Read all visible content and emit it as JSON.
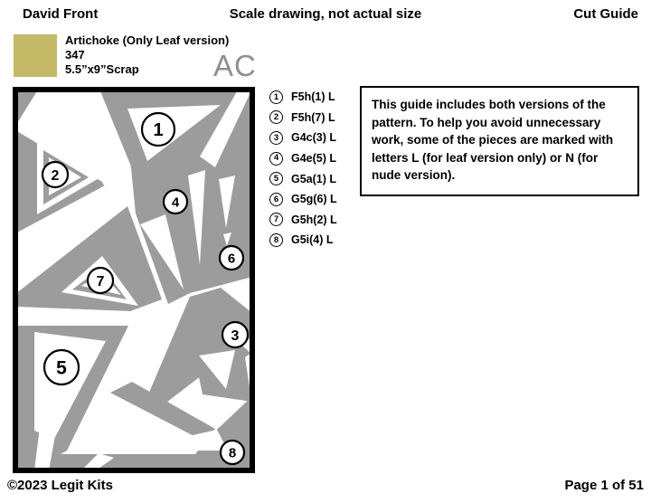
{
  "header": {
    "left": "David Front",
    "center": "Scale drawing, not actual size",
    "right": "Cut Guide"
  },
  "fabric": {
    "name": "Artichoke  (Only Leaf version)",
    "number": "347",
    "size": "5.5”x9”Scrap",
    "code": "AC",
    "swatch_color": "#c4b966"
  },
  "legend": {
    "items": [
      {
        "num": "1",
        "label": "F5h(1) L"
      },
      {
        "num": "2",
        "label": "F5h(7) L"
      },
      {
        "num": "3",
        "label": "G4c(3) L"
      },
      {
        "num": "4",
        "label": "G4e(5) L"
      },
      {
        "num": "5",
        "label": "G5a(1) L"
      },
      {
        "num": "6",
        "label": "G5g(6) L"
      },
      {
        "num": "7",
        "label": "G5h(2) L"
      },
      {
        "num": "8",
        "label": "G5i(4) L"
      }
    ]
  },
  "note": {
    "text": "This guide includes both versions of the pattern. To help you avoid unnecessary work, some of the pieces are marked with letters L (for leaf version only) or N (for nude version)."
  },
  "pattern": {
    "piece_color": "#9c9c9c",
    "piece_count": "8"
  },
  "footer": {
    "left": "©2023 Legit Kits",
    "right": "Page 1 of 51"
  }
}
